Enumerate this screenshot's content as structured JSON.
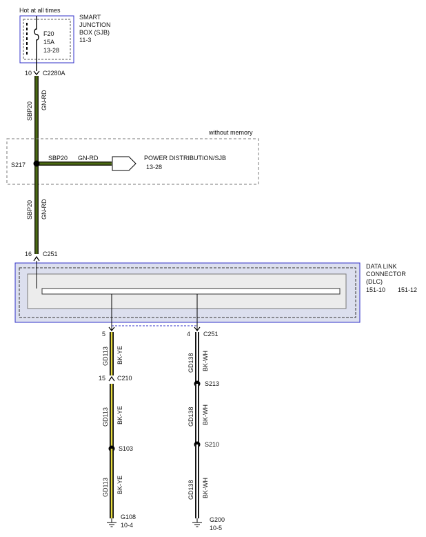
{
  "header": {
    "hot_label": "Hot at all times"
  },
  "sjb": {
    "title_line1": "SMART",
    "title_line2": "JUNCTION",
    "title_line3": "BOX (SJB)",
    "ref": "11-3",
    "fuse_id": "F20",
    "fuse_rating": "15A",
    "fuse_ref": "13-28"
  },
  "connector_c2280a": {
    "pin": "10",
    "name": "C2280A"
  },
  "wire_sbp20_top": {
    "circuit": "SBP20",
    "color": "GN-RD"
  },
  "memory_box": {
    "label": "without memory"
  },
  "splice_s217": {
    "name": "S217"
  },
  "branch": {
    "circuit": "SBP20",
    "color": "GN-RD",
    "dest_label": "POWER DISTRIBUTION/SJB",
    "dest_ref": "13-28"
  },
  "wire_sbp20_mid": {
    "circuit": "SBP20",
    "color": "GN-RD"
  },
  "connector_c251_top": {
    "pin": "16",
    "name": "C251"
  },
  "dlc": {
    "line1": "DATA LINK",
    "line2": "CONNECTOR",
    "line3": "(DLC)",
    "ref1": "151-10",
    "ref2": "151-12"
  },
  "left_chain": {
    "pin_c251": "5",
    "wire1": {
      "circuit": "GD113",
      "color": "BK-YE"
    },
    "c210_pin": "15",
    "c210_name": "C210",
    "wire2": {
      "circuit": "GD113",
      "color": "BK-YE"
    },
    "splice": "S103",
    "wire3": {
      "circuit": "GD113",
      "color": "BK-YE"
    },
    "ground": "G108",
    "ground_ref": "10-4"
  },
  "right_chain": {
    "pin_c251": "4",
    "c251_name": "C251",
    "wire1": {
      "circuit": "GD138",
      "color": "BK-WH"
    },
    "splice1": "S213",
    "wire2": {
      "circuit": "GD138",
      "color": "BK-WH"
    },
    "splice2": "S210",
    "wire3": {
      "circuit": "GD138",
      "color": "BK-WH"
    },
    "ground": "G200",
    "ground_ref": "10-5"
  },
  "colors": {
    "gn_rd_main": "#1e1e10",
    "gn_rd_stripe": "#4a6a10",
    "bk_ye_stripe": "#e8dc3c",
    "bk_wh_stripe": "#ffffff",
    "box_outline": "#3030c8",
    "dashed": "#777777"
  }
}
